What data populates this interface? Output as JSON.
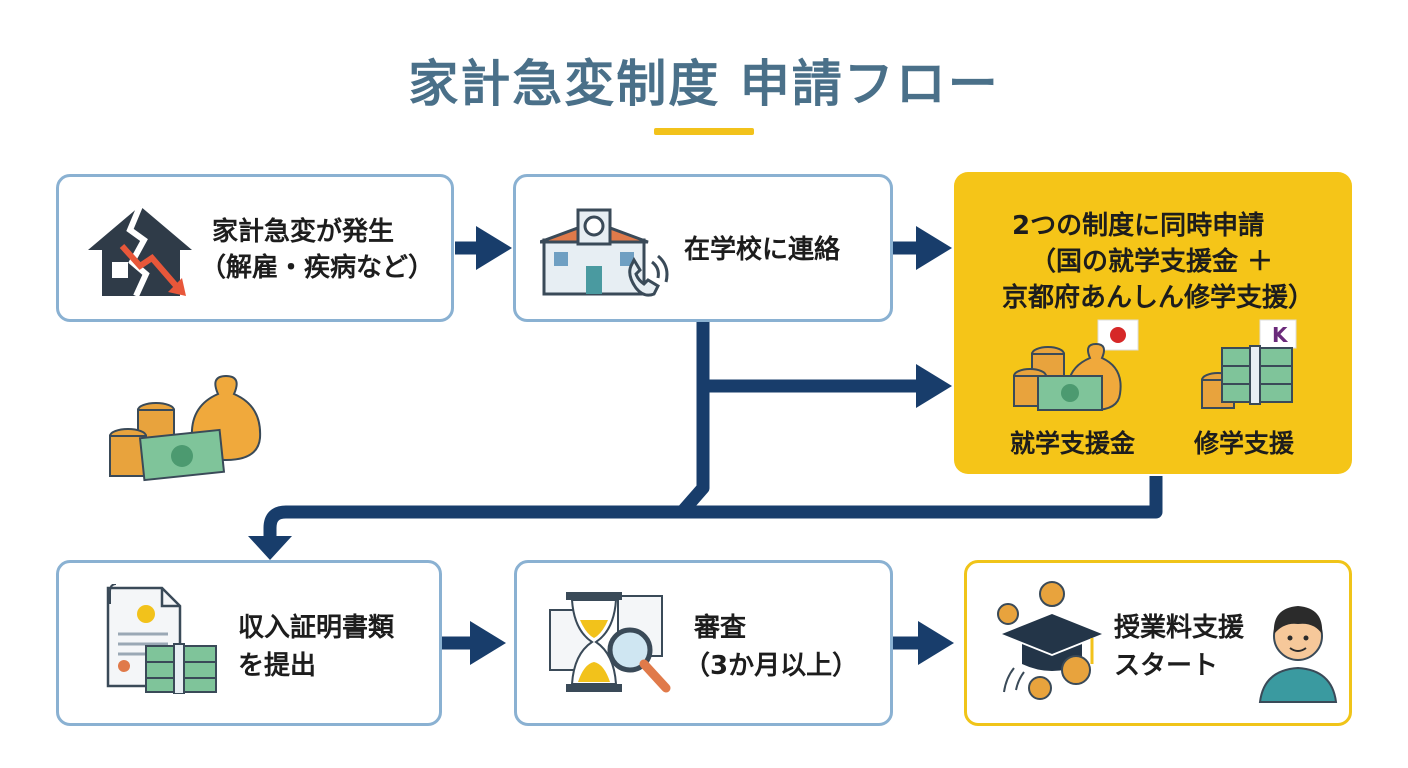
{
  "title": "家計急変制度 申請フロー",
  "steps": {
    "occur": {
      "line1": "家計急変が発生",
      "line2": "（解雇・疾病など）"
    },
    "contact": {
      "line1": "在学校に連絡"
    },
    "apply": {
      "line1": "2つの制度に同時申請",
      "line2": "（国の就学支援金 ＋",
      "line3": "京都府あんしん修学支援）",
      "item_left": "就学支援金",
      "item_right": "修学支援",
      "flag_right_letter": "K"
    },
    "documents": {
      "line1": "収入証明書類",
      "line2": "を提出"
    },
    "review": {
      "line1": "審査",
      "line2": "（3か月以上）"
    },
    "start": {
      "line1": "授業料支援",
      "line2": "スタート"
    }
  },
  "colors": {
    "title": "#4a7089",
    "accent_yellow": "#f5c518",
    "box_border": "#8ab1d2",
    "connector": "#183d6b"
  },
  "icons": [
    "broken-house-icon",
    "school-phone-icon",
    "money-bag-icon",
    "japan-flag-icon",
    "k-flag-icon",
    "certificate-icon",
    "hourglass-magnifier-icon",
    "graduation-coins-icon",
    "student-avatar-icon"
  ]
}
